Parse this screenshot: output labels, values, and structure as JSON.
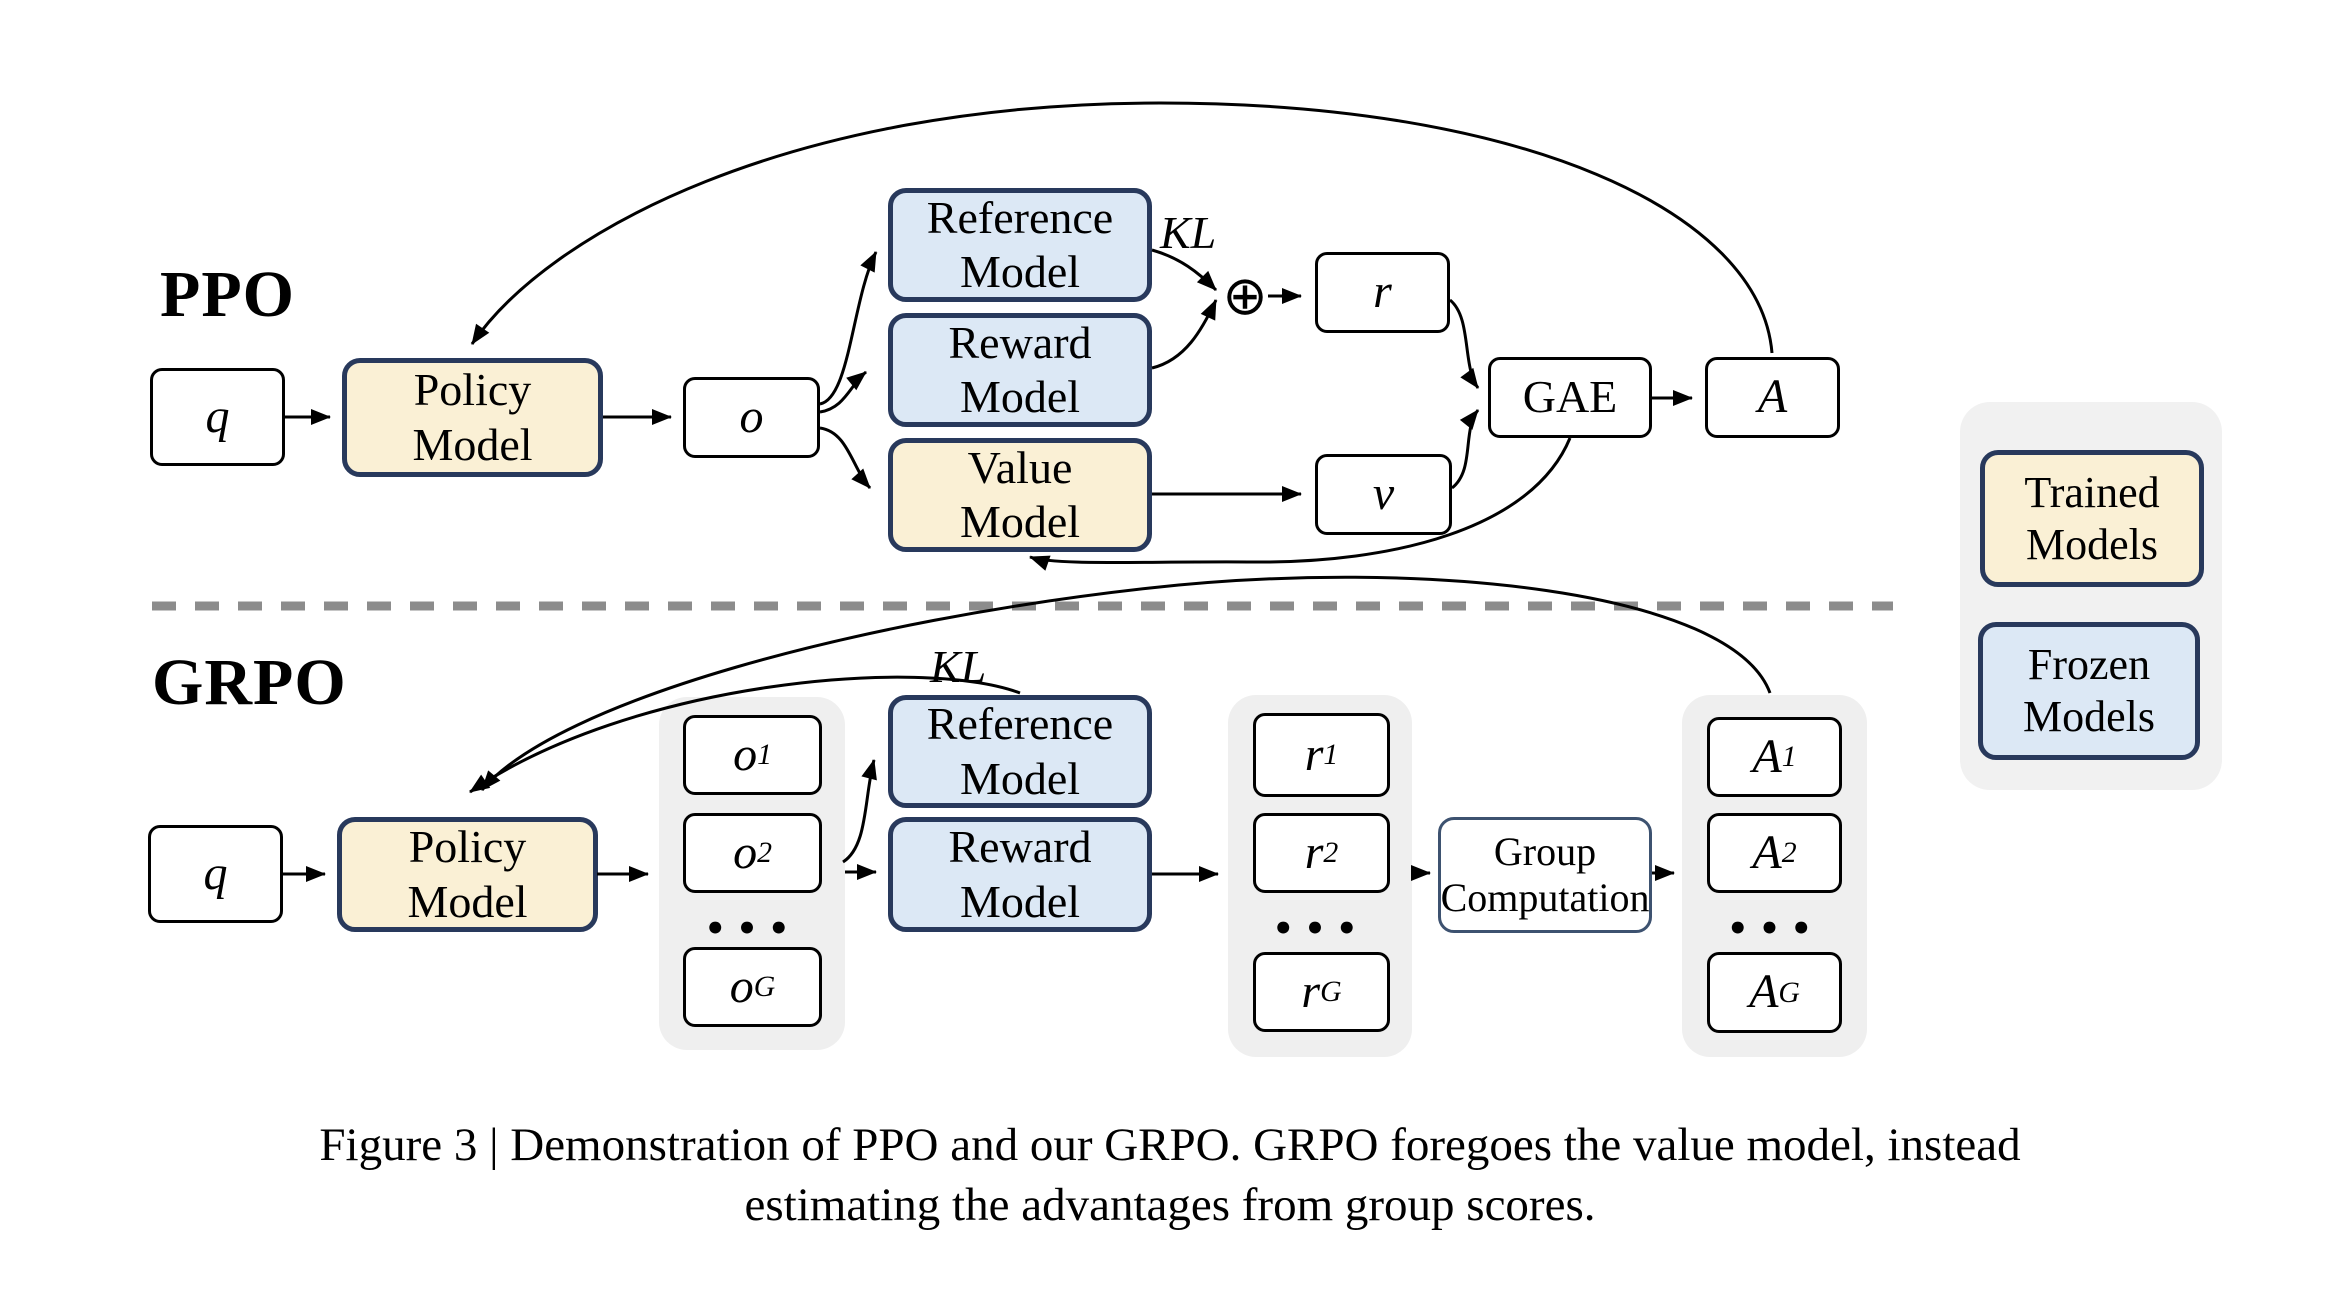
{
  "ppo": {
    "title": "PPO",
    "q": "q",
    "policy": "Policy Model",
    "o": "o",
    "reference": "Reference Model",
    "reward": "Reward Model",
    "value": "Value Model",
    "kl": "KL",
    "r": "r",
    "v": "v",
    "gae": "GAE",
    "a": "A"
  },
  "grpo": {
    "title": "GRPO",
    "q": "q",
    "policy": "Policy Model",
    "kl": "KL",
    "reference": "Reference Model",
    "reward": "Reward Model",
    "group_computation": "Group Computation",
    "o_items": [
      {
        "base": "o",
        "sub": "1"
      },
      {
        "base": "o",
        "sub": "2"
      },
      {
        "base": "o",
        "sub": "G"
      }
    ],
    "r_items": [
      {
        "base": "r",
        "sub": "1"
      },
      {
        "base": "r",
        "sub": "2"
      },
      {
        "base": "r",
        "sub": "G"
      }
    ],
    "a_items": [
      {
        "base": "A",
        "sub": "1"
      },
      {
        "base": "A",
        "sub": "2"
      },
      {
        "base": "A",
        "sub": "G"
      }
    ],
    "ellipsis": "•••"
  },
  "icons": {
    "circled_plus": "⊕"
  },
  "legend": {
    "trained": "Trained Models",
    "frozen": "Frozen Models"
  },
  "caption": {
    "line1": "Figure 3 | Demonstration of PPO and our GRPO. GRPO foregoes the value model, instead",
    "line2": "estimating the advantages from group scores."
  },
  "colors": {
    "trained_fill": "#FAF0D5",
    "frozen_fill": "#DCE8F5",
    "model_border": "#28395C",
    "container_fill": "#EFEFEF",
    "divider": "#8C8C8C"
  }
}
